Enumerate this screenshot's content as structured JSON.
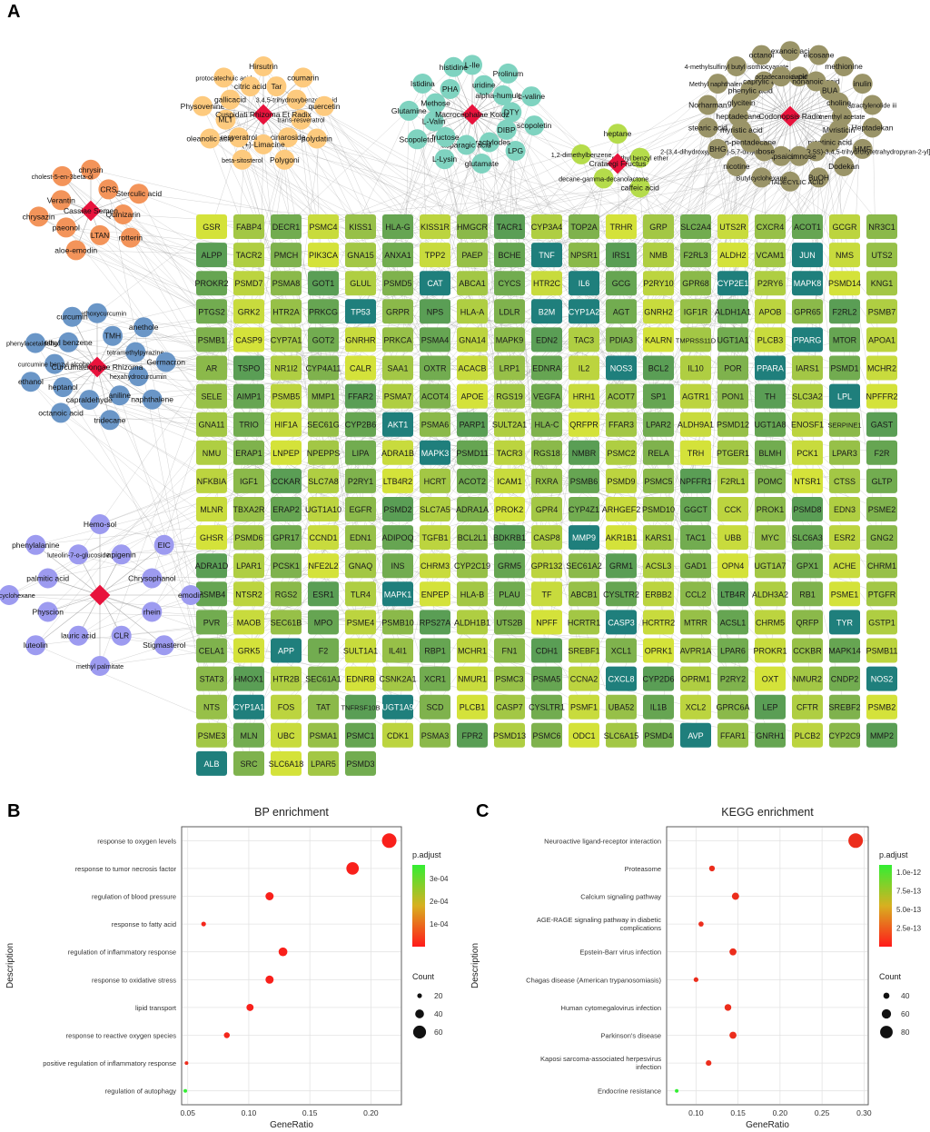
{
  "panels": {
    "a": "A",
    "b": "B",
    "c": "C"
  },
  "network": {
    "herbs": [
      {
        "label": "Cuspidati Rhizoma Et Radix",
        "color": "#fdca7e",
        "compounds": [
          "Hirsutrin",
          "Tar",
          "coumarin",
          "3,4,5-trihydroxybenzoic acid",
          "quercetin",
          "trans-resveratrol",
          "polydatin",
          "cinaroside",
          "Polygoni",
          "(+)-Limacine",
          "beta-sitosterol",
          "resveratrol",
          "oleanolic acid",
          "MLT",
          "Physovenine",
          "gallicacid",
          "protocatechuic acid",
          "citric acid"
        ]
      },
      {
        "label": "Macrocephalae Koidz",
        "color": "#7fd3c0",
        "compounds": [
          "L-Ile",
          "uridine",
          "Prolinum",
          "alpha-humulene",
          "L-valine",
          "DTY",
          "scopoletin",
          "DIBP",
          "LPG",
          "Atractylodes",
          "glutamate",
          "asparagic acid",
          "L-Lysin",
          "fructose",
          "Scopoletol",
          "L-Valin",
          "Glutamine",
          "Methose",
          "Istidina",
          "PHA",
          "histidine"
        ]
      },
      {
        "label": "Crataegi Fructus",
        "color": "#b5dc4b",
        "compounds": [
          "heptane",
          "methyl benzyl ether",
          "caffeic acid",
          "decane-gamma-decanolactone",
          "1,2-dimethylbenzene"
        ]
      },
      {
        "label": "Codonopsis Radix",
        "color": "#9a9468",
        "compounds": [
          "hexanoic acid",
          "alpha-pinene",
          "eicosane",
          "nonanoic acid",
          "methionine",
          "BUA",
          "inulin",
          "choline",
          "atractylenolide iii",
          "menthyl acetate",
          "Heptadekan",
          "Myristicin",
          "HMF",
          "nicotinic acid",
          "Dodekan",
          "2-(3,4-dihydroxyphenyl)-5,7-dihydroxy-3-[(2R,3R,4R,5S)-3,4,5-trihydroxytetrahydropyran-2-yl]oxy-chromone",
          "BuOH",
          "rhamnose",
          "PENTADECYLIC ACID",
          "capsaicin",
          "Butylcyclohexane",
          "ribose",
          "nicotine",
          "n-pentadecane",
          "BHG",
          "myristic acid",
          "stearic acid",
          "heptadecane",
          "Norharman",
          "glycitein",
          "Methyl naphthalene",
          "phenylic acid",
          "4-methylsulfinyl butyl isothiocyanate",
          "caprylic acid",
          "octanol",
          "octadecanoic acid"
        ]
      },
      {
        "label": "Cassiae Semen",
        "color": "#f3945a",
        "compounds": [
          "chrysin",
          "CRS",
          "Sterculic acid",
          "Quinizarin",
          "rotterin",
          "LTAN",
          "aloe-emodin",
          "paeonol",
          "chrysazin",
          "Verantin",
          "cholest-5-en-3beta-ol"
        ]
      },
      {
        "label": "Curcumaelongae Rhizoma",
        "color": "#6a96c7",
        "compounds": [
          "demethoxycurcumin",
          "TMH",
          "anethole",
          "tetramethylpyrazine",
          "Germacron",
          "hexahydrocurcumin",
          "naphthalene",
          "aniline",
          "tridecane",
          "capraldehyde",
          "octanoic acid",
          "heptanol",
          "ethanol",
          "curcumine benzyl alcohol",
          "phenylacetaldehyde",
          "ethyl benzene",
          "curcumin"
        ]
      },
      {
        "label": "",
        "color": "#9d9bf0",
        "compounds": [
          "Hemo-sol",
          "apigenin",
          "EIC",
          "Chrysophanol",
          "emodin",
          "rhein",
          "Stigmasterol",
          "CLR",
          "methyl palmitate",
          "lauric acid",
          "luteolin",
          "Physcion",
          "butyl-cyclohexane",
          "palmitic acid",
          "phenylalanine",
          "luteolin-7-o-glucoside"
        ]
      }
    ],
    "targets": [
      "GSR",
      "FABP4",
      "DECR1",
      "PSMC4",
      "KISS1",
      "HLA-G",
      "KISS1R",
      "HMGCR",
      "TACR1",
      "CYP3A4",
      "TOP2A",
      "TRHR",
      "GRP",
      "SLC2A4",
      "UTS2R",
      "CXCR4",
      "ACOT1",
      "GCGR",
      "NR3C1",
      "ALPP",
      "TACR2",
      "PMCH",
      "PIK3CA",
      "GNA15",
      "ANXA1",
      "TPP2",
      "PAEP",
      "BCHE",
      "TNF",
      "NPSR1",
      "IRS1",
      "NMB",
      "F2RL3",
      "ALDH2",
      "VCAM1",
      "JUN",
      "NMS",
      "UTS2",
      "PROKR2",
      "PSMD7",
      "PSMA8",
      "GOT1",
      "GLUL",
      "PSMD5",
      "CAT",
      "ABCA1",
      "CYCS",
      "HTR2C",
      "IL6",
      "GCG",
      "P2RY10",
      "GPR68",
      "CYP2E1",
      "P2RY6",
      "MAPK8",
      "PSMD14",
      "KNG1",
      "PTGS2",
      "GRK2",
      "HTR2A",
      "PRKCG",
      "TP53",
      "GRPR",
      "NPS",
      "HLA-A",
      "LDLR",
      "B2M",
      "CYP1A2",
      "AGT",
      "GNRH2",
      "IGF1R",
      "ALDH1A1",
      "APOB",
      "GPR65",
      "F2RL2",
      "PSMB7",
      "PSMB1",
      "CASP9",
      "CYP7A1",
      "GOT2",
      "GNRHR",
      "PRKCA",
      "PSMA4",
      "GNA14",
      "MAPK9",
      "EDN2",
      "TAC3",
      "PDIA3",
      "KALRN",
      "TMPRSS11D",
      "UGT1A1",
      "PLCB3",
      "PPARG",
      "MTOR",
      "APOA1",
      "AR",
      "TSPO",
      "NR1I2",
      "CYP4A11",
      "CALR",
      "SAA1",
      "OXTR",
      "ACACB",
      "LRP1",
      "EDNRA",
      "IL2",
      "NOS3",
      "BCL2",
      "IL10",
      "POR",
      "PPARA",
      "IARS1",
      "PSMD1",
      "MCHR2",
      "SELE",
      "AIMP1",
      "PSMB5",
      "MMP1",
      "FFAR2",
      "PSMA7",
      "ACOT4",
      "APOE",
      "RGS19",
      "VEGFA",
      "HRH1",
      "ACOT7",
      "SP1",
      "AGTR1",
      "PON1",
      "TH",
      "SLC3A2",
      "LPL",
      "NPFFR2",
      "GNA11",
      "TRIO",
      "HIF1A",
      "SEC61G",
      "CYP2B6",
      "AKT1",
      "PSMA6",
      "PARP1",
      "SULT2A1",
      "HLA-C",
      "QRFPR",
      "FFAR3",
      "LPAR2",
      "ALDH9A1",
      "PSMD12",
      "UGT1A8",
      "ENOSF1",
      "SERPINE1",
      "GAST",
      "NMU",
      "ERAP1",
      "LNPEP",
      "NPEPPS",
      "LIPA",
      "ADRA1B",
      "MAPK3",
      "PSMD11",
      "TACR3",
      "RGS18",
      "NMBR",
      "PSMC2",
      "RELA",
      "TRH",
      "PTGER1",
      "BLMH",
      "PCK1",
      "LPAR3",
      "F2R",
      "NFKBIA",
      "IGF1",
      "CCKAR",
      "SLC7A8",
      "P2RY1",
      "LTB4R2",
      "HCRT",
      "ACOT2",
      "ICAM1",
      "RXRA",
      "PSMB6",
      "PSMD9",
      "PSMC5",
      "NPFFR1",
      "F2RL1",
      "POMC",
      "NTSR1",
      "CTSS",
      "GLTP",
      "MLNR",
      "TBXA2R",
      "ERAP2",
      "UGT1A10",
      "EGFR",
      "PSMD2",
      "SLC7A5",
      "ADRA1A",
      "PROK2",
      "GPR4",
      "CYP4Z1",
      "ARHGEF2",
      "PSMD10",
      "GGCT",
      "CCK",
      "PROK1",
      "PSMD8",
      "EDN3",
      "PSME2",
      "GHSR",
      "PSMD6",
      "GPR17",
      "CCND1",
      "EDN1",
      "ADIPOQ",
      "TGFB1",
      "BCL2L1",
      "BDKRB1",
      "CASP8",
      "MMP9",
      "AKR1B1",
      "KARS1",
      "TAC1",
      "UBB",
      "MYC",
      "SLC6A3",
      "ESR2",
      "GNG2",
      "ADRA1D",
      "LPAR1",
      "PCSK1",
      "NFE2L2",
      "GNAQ",
      "INS",
      "CHRM3",
      "CYP2C19",
      "GRM5",
      "GPR132",
      "SEC61A2",
      "GRM1",
      "ACSL3",
      "GAD1",
      "OPN4",
      "UGT1A7",
      "GPX1",
      "ACHE",
      "CHRM1",
      "PSMB4",
      "NTSR2",
      "RGS2",
      "ESR1",
      "TLR4",
      "MAPK1",
      "ENPEP",
      "HLA-B",
      "PLAU",
      "TF",
      "ABCB1",
      "CYSLTR2",
      "ERBB2",
      "CCL2",
      "LTB4R",
      "ALDH3A2",
      "RB1",
      "PSME1",
      "PTGFR",
      "PVR",
      "MAOB",
      "SEC61B",
      "MPO",
      "PSME4",
      "PSMB10",
      "RPS27A",
      "ALDH1B1",
      "UTS2B",
      "NPFF",
      "HCRTR1",
      "CASP3",
      "HCRTR2",
      "MTRR",
      "ACSL1",
      "CHRM5",
      "QRFP",
      "TYR",
      "GSTP1",
      "CELA1",
      "GRK5",
      "APP",
      "F2",
      "SULT1A1",
      "IL4I1",
      "RBP1",
      "MCHR1",
      "FN1",
      "CDH1",
      "SREBF1",
      "XCL1",
      "OPRK1",
      "AVPR1A",
      "LPAR6",
      "PROKR1",
      "CCKBR",
      "MAPK14",
      "PSMB11",
      "STAT3",
      "HMOX1",
      "HTR2B",
      "SEC61A1",
      "EDNRB",
      "CSNK2A1",
      "XCR1",
      "NMUR1",
      "PSMC3",
      "PSMA5",
      "CCNA2",
      "CXCL8",
      "CYP2D6",
      "OPRM1",
      "P2RY2",
      "OXT",
      "NMUR2",
      "CNDP2",
      "NOS2",
      "NTS",
      "CYP1A1",
      "FOS",
      "TAT",
      "TNFRSF10B",
      "UGT1A9",
      "SCD",
      "PLCB1",
      "CASP7",
      "CYSLTR1",
      "PSMF1",
      "UBA52",
      "IL1B",
      "XCL2",
      "GPRC6A",
      "LEP",
      "CFTR",
      "SREBF2",
      "PSMB2",
      "PSME3",
      "MLN",
      "UBC",
      "PSMA1",
      "PSMC1",
      "CDK1",
      "PSMA3",
      "FPR2",
      "PSMD13",
      "PSMC6",
      "ODC1",
      "SLC6A15",
      "PSMD4",
      "AVP",
      "FFAR1",
      "GNRH1",
      "PLCB2",
      "CYP2C9",
      "MMP2",
      "ALB",
      "SRC",
      "SLC6A18",
      "LPAR5",
      "PSMD3"
    ],
    "hub_targets": [
      "TNF",
      "JUN",
      "CAT",
      "IL6",
      "CYP1A2",
      "TP53",
      "B2M",
      "PPARG",
      "NOS3",
      "AKT1",
      "MAPK3",
      "MMP9",
      "MAPK1",
      "CASP3",
      "TYR",
      "APP",
      "CXCL8",
      "NOS2",
      "CYP1A1",
      "UGT1A9",
      "AVP",
      "ALB",
      "MAPK8",
      "PPARA",
      "CYP2E1",
      "LPL"
    ],
    "hub_color": "#1f7f7c",
    "target_color_low": "#d4e23a",
    "target_color_high": "#5a9e55",
    "edge_color": "#8c8c8c",
    "herb_node_color": "#e8123c"
  },
  "chart_data": [
    {
      "type": "scatter",
      "title": "BP enrichment",
      "xlabel": "GeneRatio",
      "ylabel": "Description",
      "xlim": [
        0.045,
        0.225
      ],
      "xticks": [
        0.05,
        0.1,
        0.15,
        0.2
      ],
      "xtick_labels": [
        "0.05",
        "0.10",
        "0.15",
        "0.20"
      ],
      "categories": [
        "response to oxygen levels",
        "response to tumor necrosis factor",
        "regulation of blood pressure",
        "response to fatty acid",
        "regulation of inflammatory response",
        "response to oxidative stress",
        "lipid transport",
        "response to reactive oxygen species",
        "positive regulation of inflammatory response",
        "regulation of autophagy"
      ],
      "x": [
        0.215,
        0.185,
        0.117,
        0.063,
        0.128,
        0.117,
        0.101,
        0.082,
        0.049,
        0.048
      ],
      "count": [
        68,
        58,
        37,
        20,
        40,
        37,
        32,
        26,
        15,
        15
      ],
      "p_adjust": [
        1e-05,
        1e-05,
        1e-05,
        2e-05,
        1e-05,
        1e-05,
        1e-05,
        2e-05,
        3e-05,
        0.00036
      ],
      "color_legend": {
        "title": "p.adjust",
        "labels": [
          "3e-04",
          "2e-04",
          "1e-04"
        ],
        "values": [
          0.0003,
          0.0002,
          0.0001
        ],
        "range": [
          0.0,
          0.00036
        ]
      },
      "size_legend": {
        "title": "Count",
        "labels": [
          "20",
          "40",
          "60"
        ],
        "values": [
          20,
          40,
          60
        ]
      },
      "grid": true,
      "legend": "right"
    },
    {
      "type": "scatter",
      "title": "KEGG enrichment",
      "xlabel": "GeneRatio",
      "ylabel": "Description",
      "xlim": [
        0.065,
        0.305
      ],
      "xticks": [
        0.1,
        0.15,
        0.2,
        0.25,
        0.3
      ],
      "xtick_labels": [
        "0.10",
        "0.15",
        "0.20",
        "0.25",
        "0.30"
      ],
      "categories": [
        "Neuroactive ligand-receptor interaction",
        "Proteasome",
        "Calcium signaling pathway",
        "AGE-RAGE signaling pathway in diabetic complications",
        "Epstein-Barr virus infection",
        "Chagas disease (American trypanosomiasis)",
        "Human cytomegalovirus infection",
        "Parkinson's disease",
        "Kaposi sarcoma-associated herpesvirus infection",
        "Endocrine resistance"
      ],
      "x": [
        0.29,
        0.119,
        0.147,
        0.106,
        0.144,
        0.1,
        0.138,
        0.144,
        0.115,
        0.077
      ],
      "count": [
        92,
        38,
        47,
        34,
        46,
        32,
        44,
        46,
        37,
        25
      ],
      "p_adjust": [
        1e-13,
        1e-13,
        1e-13,
        1e-13,
        1e-13,
        1e-13,
        1e-13,
        1e-13,
        1e-13,
        1.1e-12
      ],
      "color_legend": {
        "title": "p.adjust",
        "labels": [
          "1.0e-12",
          "7.5e-13",
          "5.0e-13",
          "2.5e-13"
        ],
        "values": [
          1e-12,
          7.5e-13,
          5e-13,
          2.5e-13
        ],
        "range": [
          0.0,
          1.1e-12
        ]
      },
      "size_legend": {
        "title": "Count",
        "labels": [
          "40",
          "60",
          "80"
        ],
        "values": [
          40,
          60,
          80
        ]
      },
      "grid": true,
      "legend": "right"
    }
  ]
}
